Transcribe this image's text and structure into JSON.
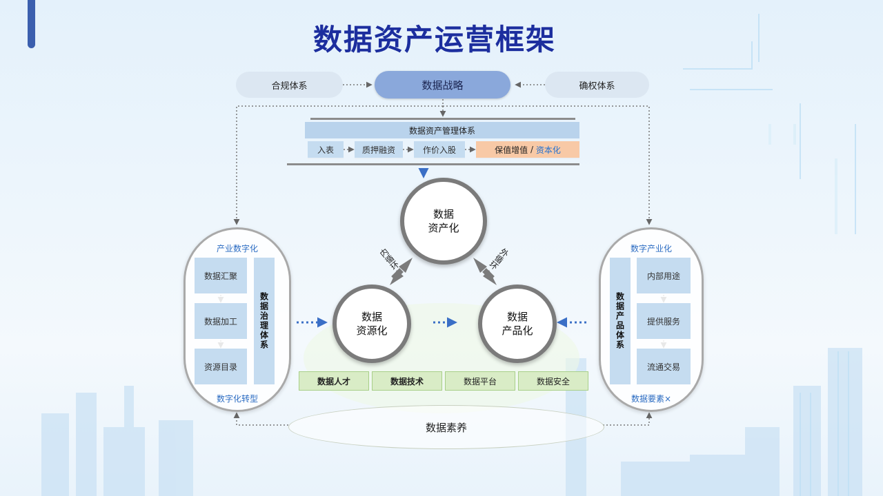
{
  "title": "数据资产运营框架",
  "top_row": {
    "left": "合规体系",
    "center": "数据战略",
    "right": "确权体系"
  },
  "management": {
    "header": "数据资产管理体系",
    "steps": [
      "入表",
      "质押融资",
      "作价入股"
    ],
    "final_step": {
      "prefix": "保值增值",
      "separator": "/",
      "accent": "资本化"
    }
  },
  "circles": {
    "top": "数据\n资产化",
    "left": "数据\n资源化",
    "right": "数据\n产品化"
  },
  "loops": {
    "inner": "内循环",
    "outer": "外循环"
  },
  "left_panel": {
    "top_label": "产业数字化",
    "items": [
      "数据汇聚",
      "数据加工",
      "资源目录"
    ],
    "side": "数据治理体系",
    "bottom_label": "数字化转型"
  },
  "right_panel": {
    "top_label": "数字产业化",
    "side": "数据产品体系",
    "items": [
      "内部用途",
      "提供服务",
      "流通交易"
    ],
    "bottom_label": "数据要素×"
  },
  "foundation": [
    "数据人才",
    "数据技术",
    "数据平台",
    "数据安全"
  ],
  "base": "数据素养",
  "colors": {
    "title": "#1c2e9e",
    "accent_blue": "#2a6bc2",
    "highlight": "#f8c9a6",
    "box": "#c5dcf0",
    "green": "#d9ecc6"
  }
}
